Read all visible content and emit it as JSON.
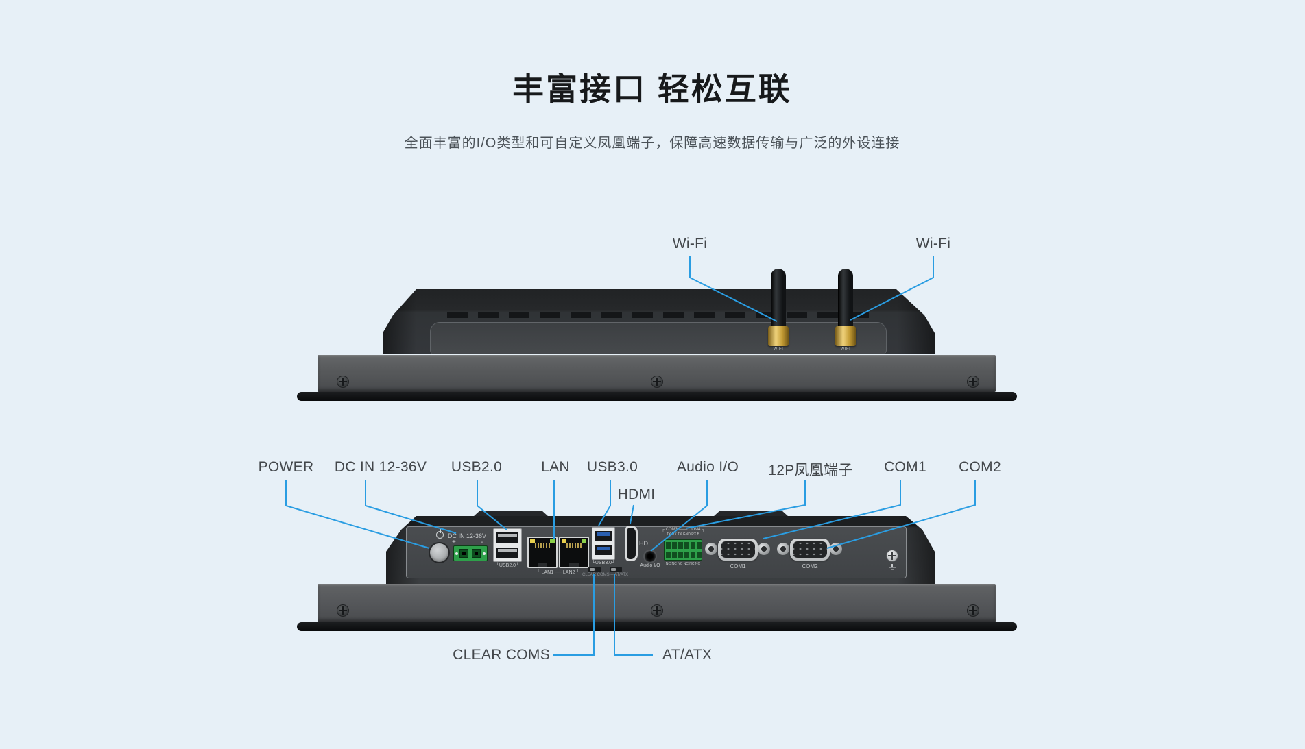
{
  "header": {
    "title": "丰富接口 轻松互联",
    "subtitle": "全面丰富的I/O类型和可自定义凤凰端子，保障高速数据传输与广泛的外设连接"
  },
  "colors": {
    "background": "#e7f0f7",
    "accent_line": "#2a9de2",
    "label_text": "#43474b",
    "title_text": "#17191b"
  },
  "wifi": {
    "labels": [
      "Wi-Fi",
      "Wi-Fi"
    ],
    "print": "WIFI"
  },
  "callouts": {
    "power": "POWER",
    "dc_in": "DC IN 12-36V",
    "usb2": "USB2.0",
    "lan": "LAN",
    "usb3": "USB3.0",
    "hdmi": "HDMI",
    "audio": "Audio I/O",
    "phoenix_12p": "12P凤凰端子",
    "com1": "COM1",
    "com2": "COM2",
    "clear_coms": "CLEAR COMS",
    "at_atx": "AT/ATX"
  },
  "panel_print": {
    "dc_in": "DC IN 12-36V",
    "plus": "+",
    "minus": "-",
    "usb2": "└USB2.0┘",
    "lan": "└ LAN1 ── LAN2 ┘",
    "usb3": "└USB3.0┘",
    "switches": "CLEAR COMS ─ AT/ATX",
    "hd": "HD",
    "audio": "Audio I/O",
    "com_header": "┌ COM3 ─── COM4 ┐",
    "pins_top": "TX RX TX GND RX B",
    "pins_bottom": "NC NC NC NC NC NC",
    "com1": "COM1",
    "com2": "COM2"
  }
}
